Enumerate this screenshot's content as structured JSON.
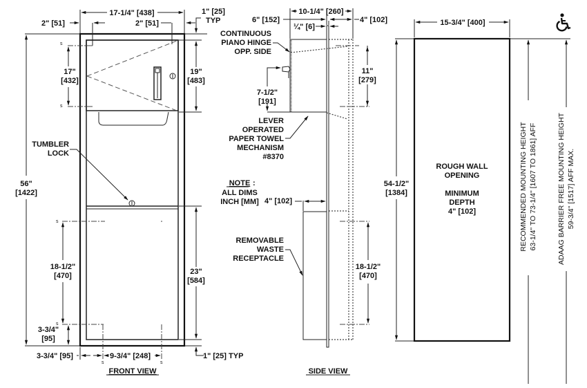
{
  "front_view": {
    "title": "FRONT VIEW",
    "width": "17-1/4\" [438]",
    "left_offset": "2\" [51]",
    "inner_offset": "2\" [51]",
    "top_flange": "1\" [25]",
    "top_flange_typ": "TYP",
    "upper_mount_a": "17\"",
    "upper_mount_b": "[432]",
    "upper_door_a": "19\"",
    "upper_door_b": "[483]",
    "height_a": "56\"",
    "height_b": "[1422]",
    "tumbler_a": "TUMBLER",
    "tumbler_b": "LOCK",
    "lower_mount_a": "18-1/2\"",
    "lower_mount_b": "[470]",
    "lower_door_a": "23\"",
    "lower_door_b": "[584]",
    "bottom_mount_a": "3-3/4\"",
    "bottom_mount_b": "[95]",
    "bottom_left": "3-3/4\" [95]",
    "bottom_span": "9-3/4\" [248]",
    "bottom_flange": "1\" [25] TYP",
    "screw_mark": "s"
  },
  "side_view": {
    "title": "SIDE VIEW",
    "depth_total": "10-1/4\" [260]",
    "front_depth": "6\" [152]",
    "flange": "¼\" [6]",
    "rear_depth": "4\" [102]",
    "hinge_a": "CONTINUOUS",
    "hinge_b": "PIANO HINGE",
    "hinge_c": "OPP. SIDE",
    "lever_a": "7-1/2\"",
    "lever_b": "[191]",
    "mech_a": "LEVER",
    "mech_b": "OPERATED",
    "mech_c": "PAPER TOWEL",
    "mech_d": "MECHANISM",
    "mech_e": "#8370",
    "upper_mount_a": "11\"",
    "upper_mount_b": "[279]",
    "waste_depth": "4\" [102]",
    "waste_a": "REMOVABLE",
    "waste_b": "WASTE",
    "waste_c": "RECEPTACLE",
    "lower_mount_a": "18-1/2\"",
    "lower_mount_b": "[470]"
  },
  "note": {
    "title": "NOTE",
    "line1": "ALL  DIMS",
    "line2": "INCH [MM]"
  },
  "rough_opening": {
    "width": "15-3/4\" [400]",
    "height_a": "54-1/2\"",
    "height_b": "[1384]",
    "label_a": "ROUGH WALL",
    "label_b": "OPENING",
    "label_c": "MINIMUM",
    "label_d": "DEPTH",
    "label_e": "4\" [102]"
  },
  "mounting": {
    "recommended_a": "RECOMMENDED MOUNTING HEIGHT",
    "recommended_b": "63-1/4\" TO 73-1/4\" [1607 TO 1861] AFF",
    "adaag_a": "ADAAG BARRIER FREE MOUNTING HEIGHT",
    "adaag_b": "59-3/4\" [1517] AFF MAX."
  },
  "icons": {
    "accessibility": "wheelchair-icon"
  }
}
